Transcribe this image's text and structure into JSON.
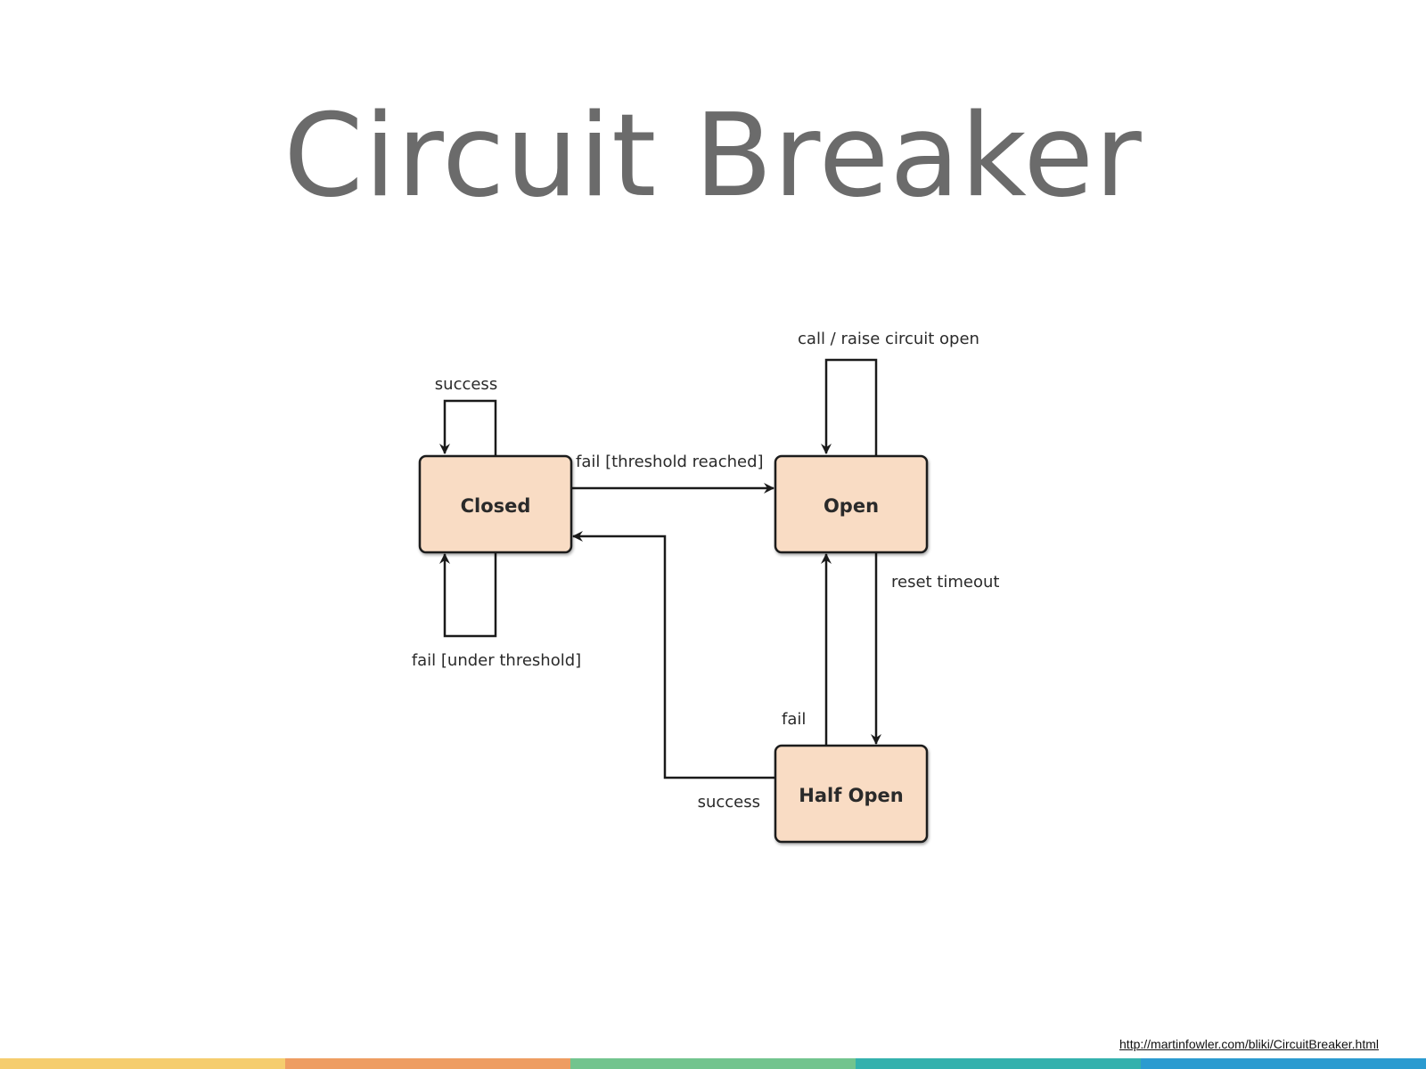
{
  "slide": {
    "title": "Circuit Breaker",
    "source_link": "http://martinfowler.com/bliki/CircuitBreaker.html"
  },
  "diagram": {
    "states": {
      "closed": "Closed",
      "open": "Open",
      "half_open": "Half Open"
    },
    "transitions": {
      "closed_self_success": "success",
      "closed_self_fail": "fail [under threshold]",
      "closed_to_open": "fail [threshold reached]",
      "open_self": "call / raise circuit open",
      "open_to_half_open": "reset timeout",
      "half_open_to_open": "fail",
      "half_open_to_closed": "success"
    },
    "colors": {
      "state_fill": "#f9dcc4",
      "line": "#1a1a1a"
    }
  },
  "footer_bar": {
    "colors": [
      "#f5cd6e",
      "#ee9d62",
      "#72c48e",
      "#34b1ad",
      "#2b9bd0"
    ]
  }
}
